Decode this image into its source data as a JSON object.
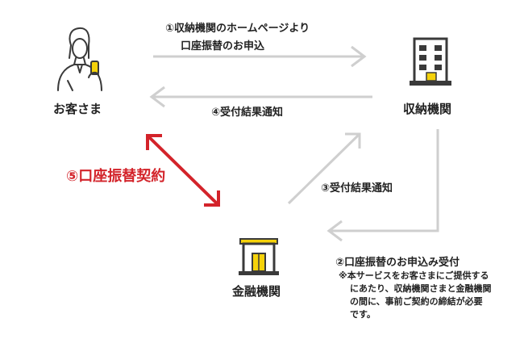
{
  "nodes": {
    "customer": {
      "label": "お客さま"
    },
    "collector": {
      "label": "収納機関"
    },
    "bank": {
      "label": "金融機関"
    }
  },
  "steps": {
    "step1": {
      "line1": "①収納機関のホームページより",
      "line2": "口座振替のお申込"
    },
    "step2": {
      "label": "②口座振替のお申込み受付"
    },
    "step3": {
      "label": "③受付結果通知"
    },
    "step4": {
      "label": "④受付結果通知"
    },
    "step5": {
      "label": "⑤口座振替契約"
    }
  },
  "note": {
    "line1": "※本サービスをお客さまにご提供する",
    "line2": "にあたり、収納機関さまと金融機関",
    "line3": "の間に、事前ご契約の締結が必要",
    "line4": "です。"
  },
  "colors": {
    "arrow_gray": "#cfcfcf",
    "contract_red": "#d3232a",
    "phone_yellow": "#f5d20a",
    "bank_yellow": "#f5d20a",
    "icon_dark": "#3a3a3a"
  },
  "icons": {
    "customer": "person-with-phone-icon",
    "collector": "office-building-icon",
    "bank": "bank-building-icon"
  }
}
